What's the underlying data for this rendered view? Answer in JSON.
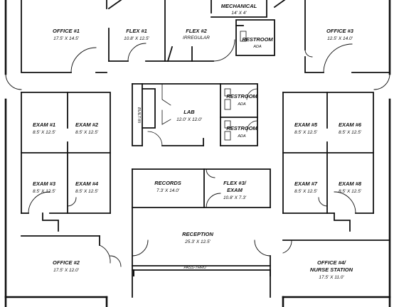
{
  "rooms": {
    "mechanical": {
      "name": "MECHANICAL",
      "size": "14' X 4'"
    },
    "office1": {
      "name": "OFFICE #1",
      "size": "17.5' X 14.5'"
    },
    "flex1": {
      "name": "FLEX #1",
      "size": "10.8' X 12.5'"
    },
    "flex2": {
      "name": "FLEX #2",
      "size": "IRREGULAR"
    },
    "restroom_top": {
      "name": "RESTROOM",
      "note": "ADA"
    },
    "office3": {
      "name": "OFFICE #3",
      "size": "12.5' X 14.0'"
    },
    "lab": {
      "name": "LAB",
      "size": "12.0' X 12.0'"
    },
    "built_in": {
      "name": "BUILT-IN"
    },
    "restroom_a": {
      "name": "RESTROOM",
      "note": "ADA"
    },
    "restroom_b": {
      "name": "RESTROOM",
      "note": "ADA"
    },
    "exam1": {
      "name": "EXAM #1",
      "size": "8.5' X 12.5'"
    },
    "exam2": {
      "name": "EXAM #2",
      "size": "8.5' X 12.5'"
    },
    "exam3": {
      "name": "EXAM #3",
      "size": "8.5' X 12.5'"
    },
    "exam4": {
      "name": "EXAM #4",
      "size": "8.5' X 12.5'"
    },
    "exam5": {
      "name": "EXAM #5",
      "size": "8.5' X 12.5'"
    },
    "exam6": {
      "name": "EXAM #6",
      "size": "8.5' X 12.5'"
    },
    "exam7": {
      "name": "EXAM #7",
      "size": "8.5' X 12.5'"
    },
    "exam8": {
      "name": "EXAM #8",
      "size": "8.5' X 12.5'"
    },
    "records": {
      "name": "RECORDS",
      "size": "7.3' X 14.0'"
    },
    "flex3": {
      "name": "FLEX #3/",
      "name2": "EXAM",
      "size": "10.8' X 7.3'"
    },
    "reception": {
      "name": "RECEPTION",
      "size": "25.3' X 12.5'"
    },
    "office2": {
      "name": "OFFICE #2",
      "size": "17.5' X 12.0'"
    },
    "office4": {
      "name": "OFFICE #4/",
      "name2": "NURSE STATION",
      "size": "17.5' X 11.0'"
    }
  },
  "labels": {
    "pass_thru": "PASS-THRU"
  }
}
